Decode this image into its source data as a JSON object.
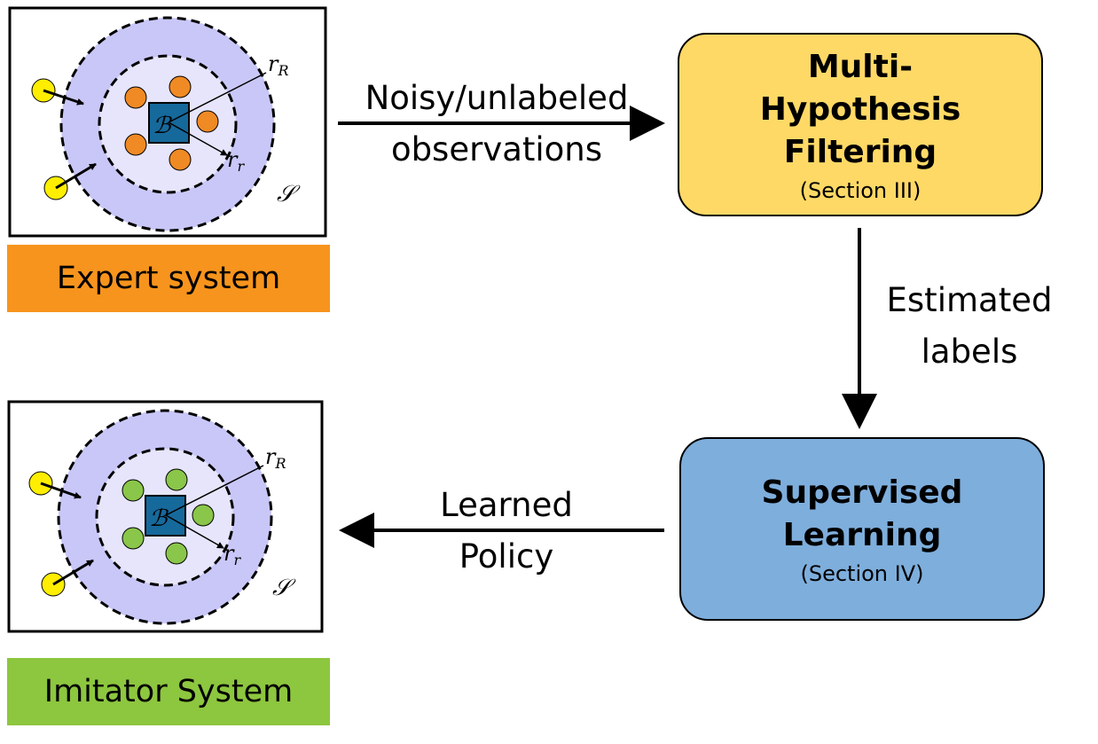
{
  "expert_panel": {
    "label_rR": "r",
    "label_rR_sub": "R",
    "label_rr": "r",
    "label_rr_sub": "r",
    "label_S": "𝒮",
    "label_B": "ℬ",
    "agent_color": "#f08a24"
  },
  "imitator_panel": {
    "label_rR": "r",
    "label_rR_sub": "R",
    "label_rr": "r",
    "label_rr_sub": "r",
    "label_S": "𝒮",
    "label_B": "ℬ",
    "agent_color": "#8ac64a"
  },
  "expert_banner": {
    "text": "Expert system",
    "color": "#f7941d"
  },
  "imitator_banner": {
    "text": "Imitator System",
    "color": "#8dc63f"
  },
  "filter_box": {
    "title": "Multi-Hypothesis Filtering",
    "subtitle": "(Section III)",
    "color": "#ffd966"
  },
  "learning_box": {
    "title": "Supervised Learning",
    "subtitle": "(Section IV)",
    "color": "#7eaedc"
  },
  "edges": {
    "observations": {
      "line1": "Noisy/unlabeled",
      "line2": "observations"
    },
    "labels": {
      "line1": "Estimated",
      "line2": "labels"
    },
    "policy": {
      "line1": "Learned",
      "line2": "Policy"
    }
  }
}
